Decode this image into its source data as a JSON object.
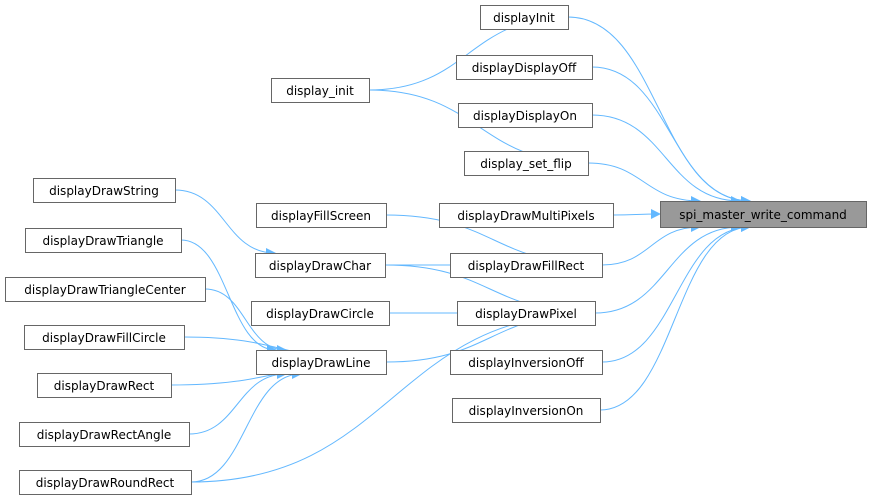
{
  "graph": {
    "target": "spi_master_write_command",
    "edge_color": "#63b8ff",
    "target_fill": "#999999",
    "nodes": [
      "displayInit",
      "display_init",
      "displayDisplayOff",
      "displayDisplayOn",
      "display_set_flip",
      "displayDrawString",
      "displayFillScreen",
      "displayDrawMultiPixels",
      "spi_master_write_command",
      "displayDrawTriangle",
      "displayDrawChar",
      "displayDrawFillRect",
      "displayDrawTriangleCenter",
      "displayDrawCircle",
      "displayDrawPixel",
      "displayDrawFillCircle",
      "displayDrawLine",
      "displayInversionOff",
      "displayDrawRect",
      "displayInversionOn",
      "displayDrawRectAngle",
      "displayDrawRoundRect"
    ],
    "edges": [
      [
        "displayInit",
        "spi_master_write_command"
      ],
      [
        "displayDisplayOff",
        "spi_master_write_command"
      ],
      [
        "displayDisplayOn",
        "spi_master_write_command"
      ],
      [
        "display_set_flip",
        "spi_master_write_command"
      ],
      [
        "displayDrawMultiPixels",
        "spi_master_write_command"
      ],
      [
        "displayDrawFillRect",
        "spi_master_write_command"
      ],
      [
        "displayDrawPixel",
        "spi_master_write_command"
      ],
      [
        "displayInversionOff",
        "spi_master_write_command"
      ],
      [
        "displayInversionOn",
        "spi_master_write_command"
      ],
      [
        "display_init",
        "displayInit"
      ],
      [
        "display_init",
        "display_set_flip"
      ],
      [
        "displayFillScreen",
        "displayDrawFillRect"
      ],
      [
        "displayDrawChar",
        "displayDrawFillRect"
      ],
      [
        "displayDrawChar",
        "displayDrawPixel"
      ],
      [
        "displayDrawCircle",
        "displayDrawPixel"
      ],
      [
        "displayDrawLine",
        "displayDrawPixel"
      ],
      [
        "displayDrawRoundRect",
        "displayDrawPixel"
      ],
      [
        "displayDrawString",
        "displayDrawChar"
      ],
      [
        "displayDrawTriangle",
        "displayDrawLine"
      ],
      [
        "displayDrawTriangleCenter",
        "displayDrawLine"
      ],
      [
        "displayDrawFillCircle",
        "displayDrawLine"
      ],
      [
        "displayDrawRect",
        "displayDrawLine"
      ],
      [
        "displayDrawRectAngle",
        "displayDrawLine"
      ],
      [
        "displayDrawRoundRect",
        "displayDrawLine"
      ]
    ]
  }
}
